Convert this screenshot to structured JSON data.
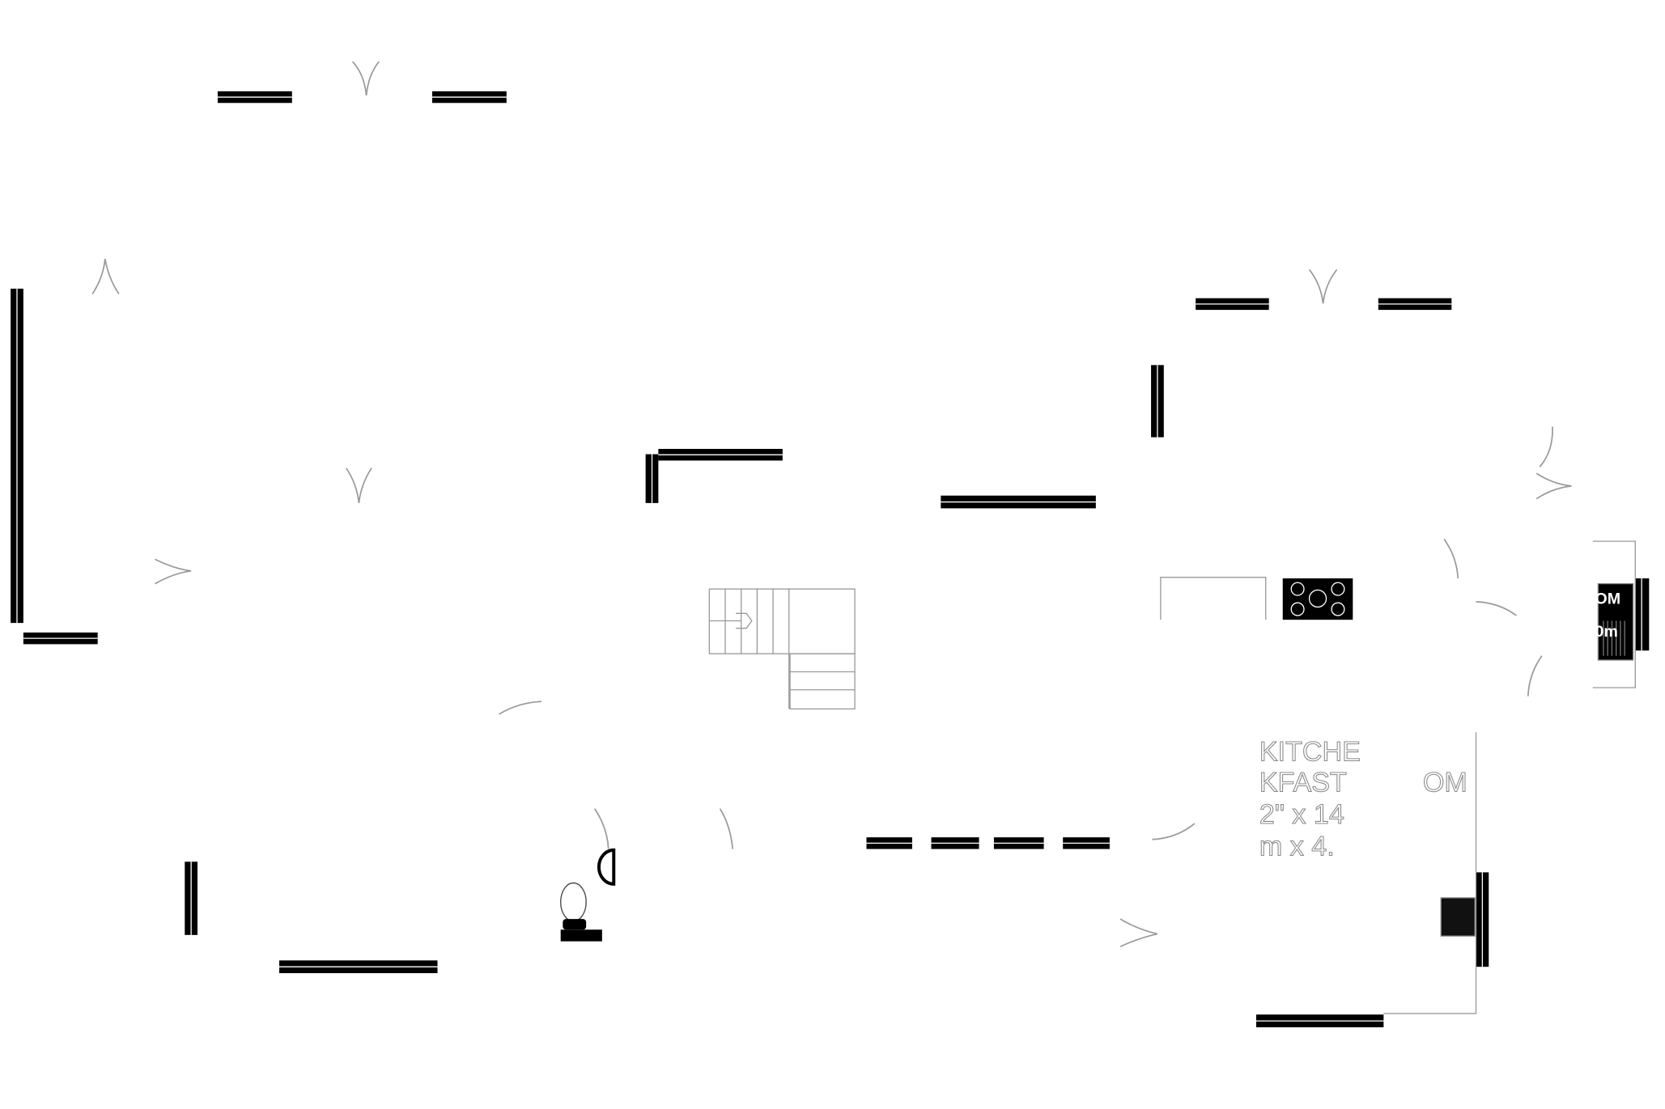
{
  "plan": {
    "kitchen_label_lines": [
      "KITCHE",
      "KFAST",
      "2\"  x 14",
      "m  x 4."
    ],
    "kitchen_label_suffix": "OM",
    "utility_label_lines": [
      "OM",
      "0m"
    ],
    "colors": {
      "wall": "#000000",
      "line": "#999999",
      "background": "#ffffff"
    }
  }
}
